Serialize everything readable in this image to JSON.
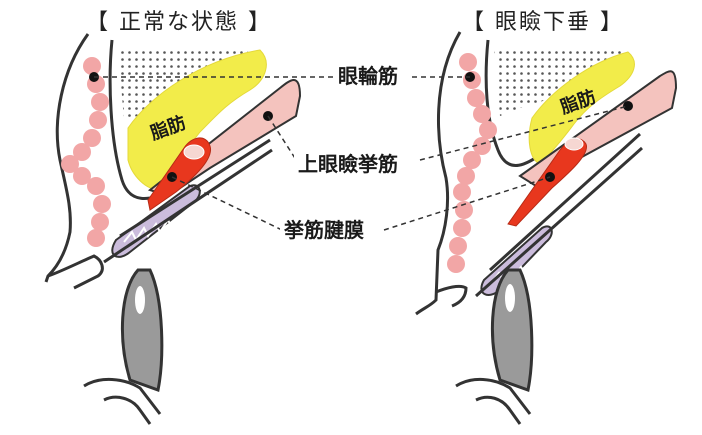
{
  "panels": {
    "left": {
      "title": "【 正常な状態 】",
      "fat_label": "脂肪"
    },
    "right": {
      "title": "【 眼瞼下垂 】",
      "fat_label": "脂肪"
    }
  },
  "callouts": {
    "orbicularis": "眼輪筋",
    "levator": "上眼瞼挙筋",
    "aponeurosis": "挙筋腱膜"
  },
  "colors": {
    "muscle_pink": "#f2a6a6",
    "muscle_light": "#f4c3be",
    "fat_yellow": "#f2ec4a",
    "levator_red": "#e8371e",
    "tarsus_purple": "#cbbcdc",
    "outline": "#333333",
    "eye_gray": "#9a9a9a"
  }
}
